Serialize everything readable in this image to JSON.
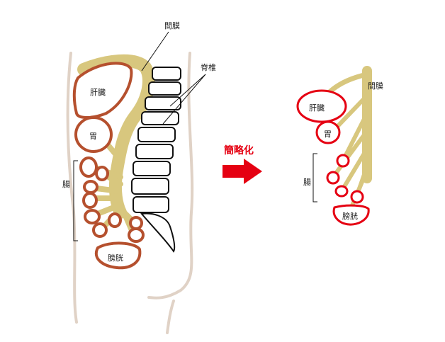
{
  "left": {
    "mesentery": "間膜",
    "spine": "脊椎",
    "liver": "肝臓",
    "stomach": "胃",
    "intestine": "腸",
    "bladder": "膀胱"
  },
  "arrow_label": "簡略化",
  "right": {
    "mesentery": "間膜",
    "liver": "肝臓",
    "stomach": "胃",
    "intestine": "腸",
    "bladder": "膀胱"
  },
  "colors": {
    "organ_left": "#b5502e",
    "organ_right": "#e50012",
    "mesentery": "#d8c77e",
    "body": "#e0d2c6",
    "arrow": "#e50012"
  }
}
